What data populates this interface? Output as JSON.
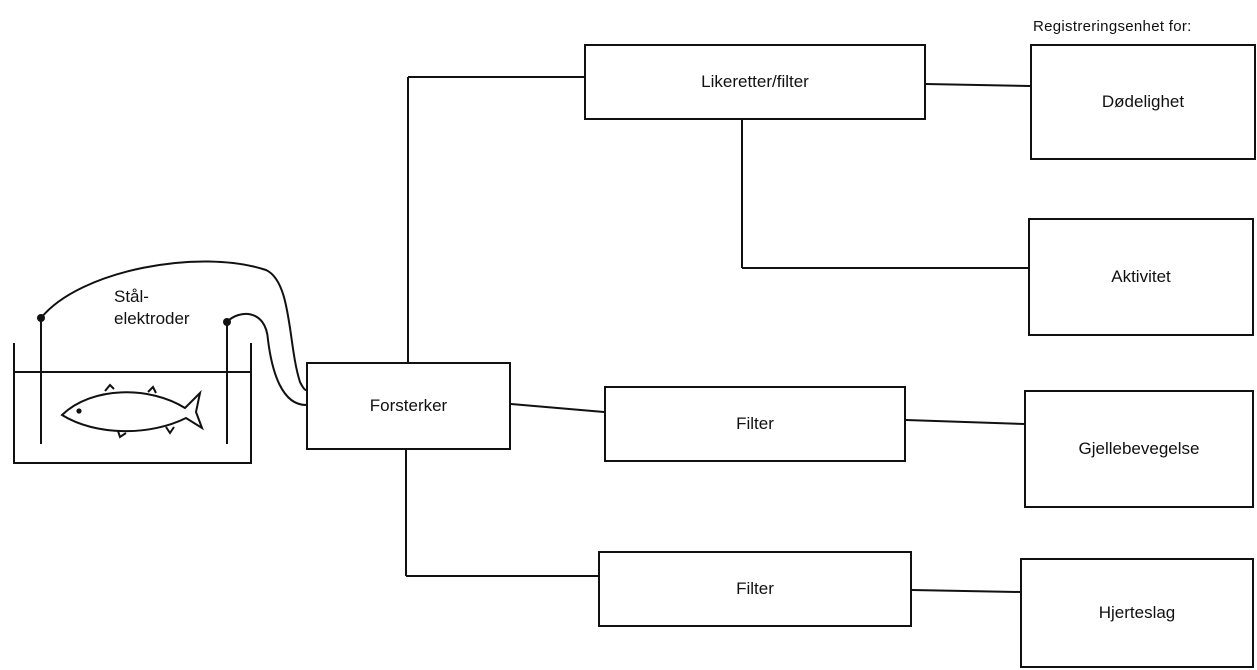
{
  "header_label": "Registreringsenhet for:",
  "electrode_label": {
    "line1": "Stål-",
    "line2": "elektroder"
  },
  "boxes": {
    "amplifier": "Forsterker",
    "rectifier": "Likeretter/filter",
    "filter_gill": "Filter",
    "filter_heart": "Filter"
  },
  "recorders": {
    "mortality": "Dødelighet",
    "activity": "Aktivitet",
    "gill": "Gjellebevegelse",
    "heart": "Hjerteslag"
  },
  "colors": {
    "line": "#111111",
    "background": "#ffffff"
  }
}
